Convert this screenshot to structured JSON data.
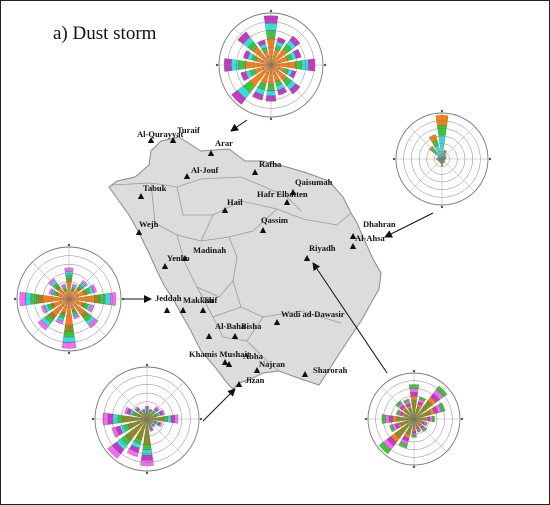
{
  "panel_title": "a)   Dust storm",
  "map": {
    "land_color": "#dcdcdc",
    "border_color": "#8a8a8a",
    "stations": [
      {
        "name": "Al-Qurayyat"
      },
      {
        "name": "Turaif"
      },
      {
        "name": "Arar"
      },
      {
        "name": "Al-Jouf"
      },
      {
        "name": "Rafha"
      },
      {
        "name": "Tabuk"
      },
      {
        "name": "Qaisumah"
      },
      {
        "name": "Hafr Elbatten"
      },
      {
        "name": "Hail"
      },
      {
        "name": "Qassim"
      },
      {
        "name": "Wejh"
      },
      {
        "name": "Dhahran"
      },
      {
        "name": "Al-Ahsa"
      },
      {
        "name": "Riyadh"
      },
      {
        "name": "Madinah"
      },
      {
        "name": "Yenbo"
      },
      {
        "name": "Jeddah"
      },
      {
        "name": "Makkah"
      },
      {
        "name": "Taif"
      },
      {
        "name": "Wadi ad-Dawasir"
      },
      {
        "name": "Al-Baha"
      },
      {
        "name": "Bisha"
      },
      {
        "name": "Khamis Mushait"
      },
      {
        "name": "Abha"
      },
      {
        "name": "Najran"
      },
      {
        "name": "Sharorah"
      },
      {
        "name": "Jizan"
      }
    ]
  },
  "wind_roses": [
    {
      "station": "Arar",
      "dominant_colors": [
        "#ff7f0e",
        "#33cc33",
        "#33e0e0",
        "#cc33cc"
      ]
    },
    {
      "station": "Al-Ahsa",
      "dominant_colors": [
        "#33e0e0",
        "#33cc33",
        "#ff7f0e"
      ]
    },
    {
      "station": "Jeddah",
      "dominant_colors": [
        "#ff7f0e",
        "#8c8c1a",
        "#33cc33",
        "#33e0e0",
        "#ff66ff"
      ]
    },
    {
      "station": "Jizan",
      "dominant_colors": [
        "#8c8c1a",
        "#33cc33",
        "#33e0e0",
        "#cc33cc",
        "#ff66ff"
      ]
    },
    {
      "station": "Riyadh",
      "dominant_colors": [
        "#8c8c1a",
        "#ff7f0e",
        "#cc33cc",
        "#ff66ff",
        "#33cc33"
      ]
    }
  ]
}
